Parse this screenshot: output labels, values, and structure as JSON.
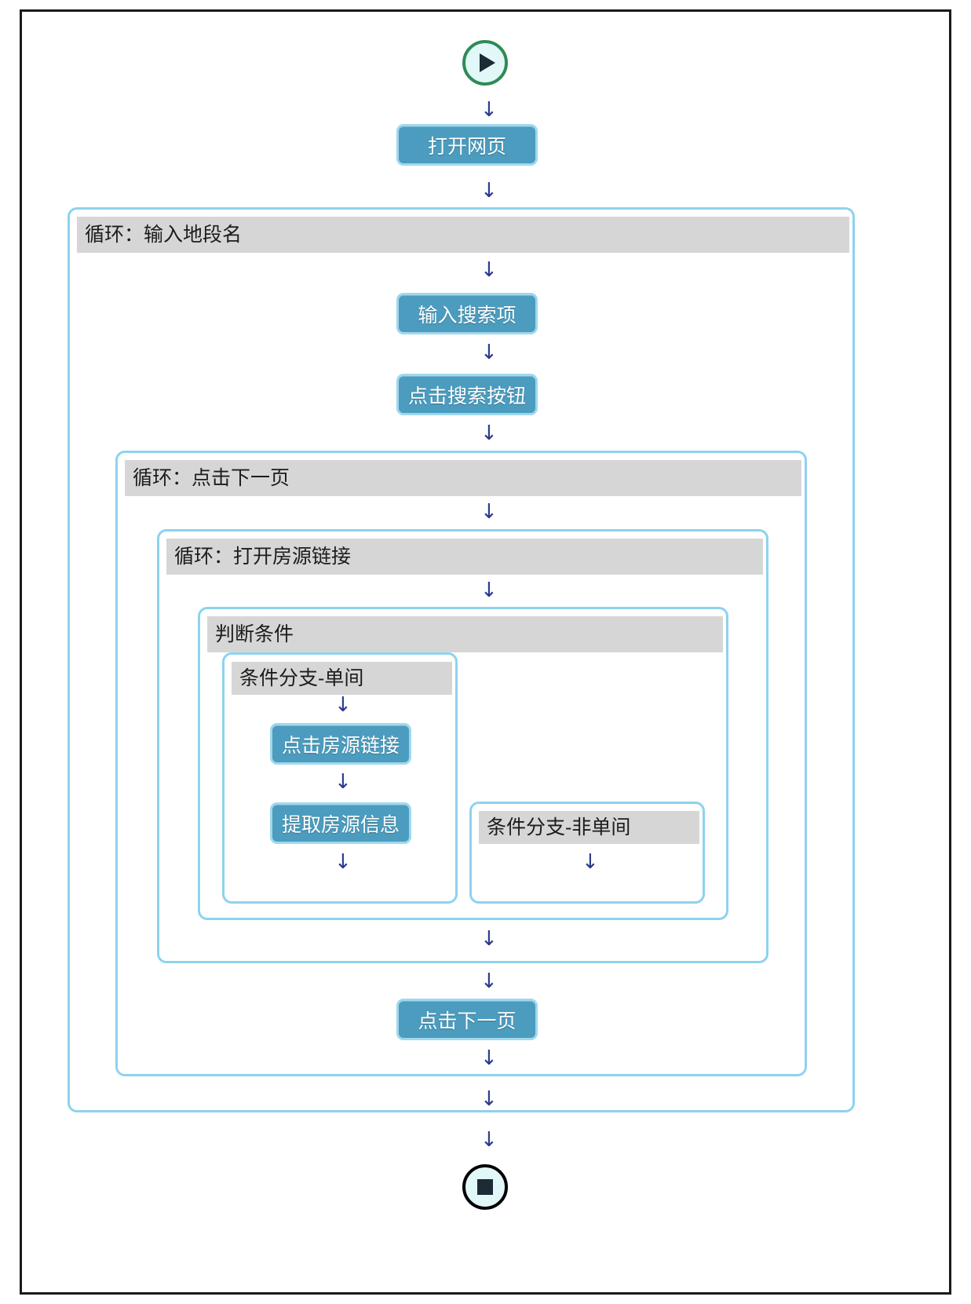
{
  "diagram": {
    "title_present": false,
    "colors": {
      "frame_border": "#1a1a1a",
      "container_border": "#8ed2ef",
      "container_header_bg": "#d6d6d6",
      "action_fill": "#4b9cbe",
      "action_border": "#9fd8ee",
      "action_text": "#ffffff",
      "arrow": "#2b3a8f",
      "start_ring": "#2e8b57",
      "end_ring": "#000000",
      "terminal_fill": "#e2f7f7"
    },
    "terminals": {
      "start": {
        "icon": "play-icon",
        "label": ""
      },
      "end": {
        "icon": "stop-icon",
        "label": ""
      }
    },
    "nodes": {
      "open_page": "打开网页",
      "input_search_term": "输入搜索项",
      "click_search_button": "点击搜索按钮",
      "click_listing_link": "点击房源链接",
      "extract_listing_info": "提取房源信息",
      "click_next_page": "点击下一页"
    },
    "containers": {
      "loop_district": "循环：输入地段名",
      "loop_next_page": "循环：点击下一页",
      "loop_open_listing": "循环：打开房源链接",
      "condition": "判断条件",
      "branch_single_room": "条件分支-单间",
      "branch_non_single_room": "条件分支-非单间"
    },
    "arrow_glyph": "↓"
  }
}
